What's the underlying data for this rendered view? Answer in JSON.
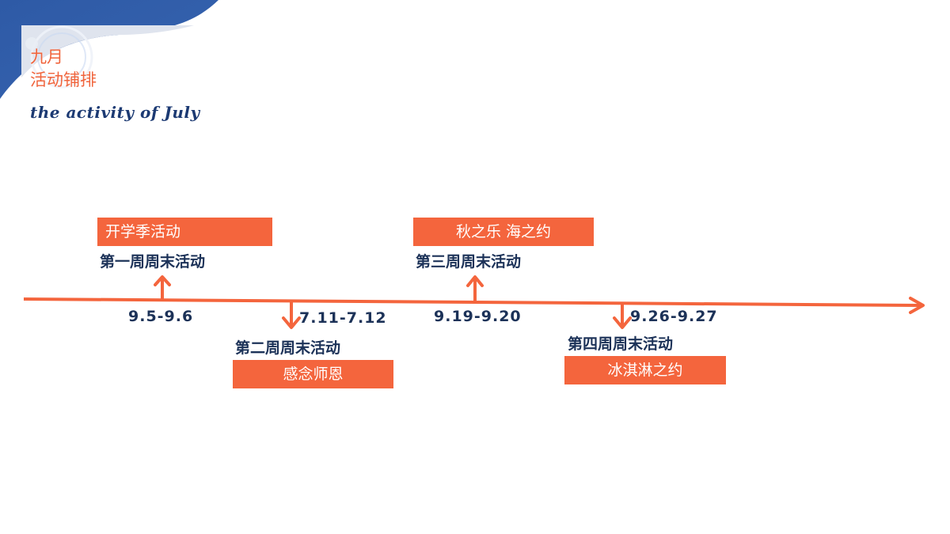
{
  "header": {
    "title_line1": "九月",
    "title_line2": "活动铺排",
    "subtitle": "the activity of July"
  },
  "colors": {
    "accent_orange": "#f4653d",
    "navy_text": "#1c3258",
    "corner_blue": "#2f5aa8",
    "panel_gray": "#dfe4ee"
  },
  "timeline": {
    "events": [
      {
        "week": "第一周周末活动",
        "date": "9.5-9.6",
        "activity": "开学季活动",
        "position": "above"
      },
      {
        "week": "第二周周末活动",
        "date": "7.11-7.12",
        "activity": "感念师恩",
        "position": "below"
      },
      {
        "week": "第三周周末活动",
        "date": "9.19-9.20",
        "activity": "秋之乐 海之约",
        "position": "above"
      },
      {
        "week": "第四周周末活动",
        "date": "9.26-9.27",
        "activity": "冰淇淋之约",
        "position": "below"
      }
    ]
  }
}
